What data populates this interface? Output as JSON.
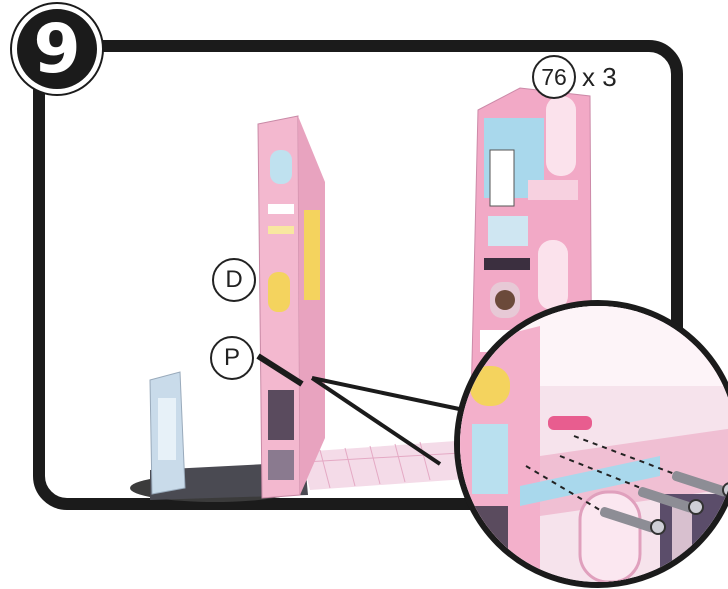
{
  "step": {
    "number": "9"
  },
  "parts": {
    "part_number": "76",
    "quantity": "x 3"
  },
  "labels": {
    "d": "D",
    "p": "P"
  },
  "colors": {
    "frame": "#1b1b1b",
    "pink": "#f1a7c4",
    "light_pink": "#f8d3e1",
    "blue": "#a9d8ec",
    "yellow": "#f4d35e"
  },
  "icons": {
    "screw": "screw-icon"
  }
}
